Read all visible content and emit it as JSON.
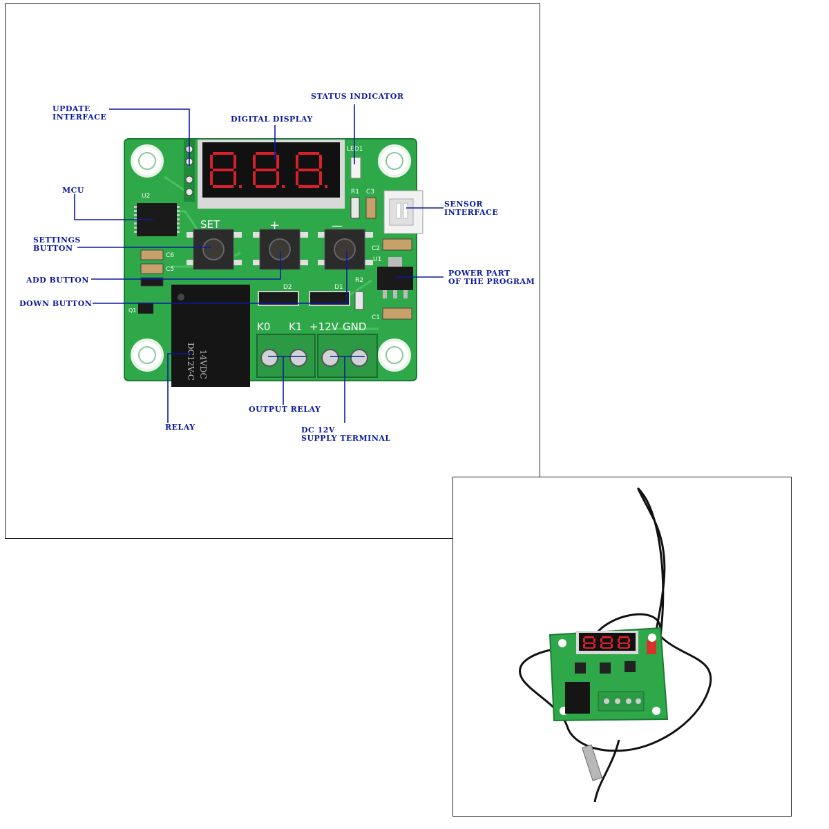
{
  "diagram": {
    "callouts": {
      "update_interface_1": "UPDATE",
      "update_interface_2": "INTERFACE",
      "digital_display": "DIGITAL DISPLAY",
      "status_indicator": "STATUS INDICATOR",
      "mcu": "MCU",
      "sensor_interface_1": "SENSOR",
      "sensor_interface_2": "INTERFACE",
      "settings_button_1": "SETTINGS",
      "settings_button_2": "BUTTON",
      "add_button": "ADD BUTTON",
      "power_part_1": "POWER PART",
      "power_part_2": "OF THE PROGRAM",
      "down_button": "DOWN BUTTON",
      "output_relay": "OUTPUT RELAY",
      "relay": "RELAY",
      "supply_1": "DC 12V",
      "supply_2": "SUPPLY TERMINAL"
    },
    "board_labels": {
      "set": "SET",
      "plus": "+",
      "minus": "—",
      "k0": "K0",
      "k1": "K1",
      "v12": "+12V",
      "gnd": "GND",
      "relay_text_1": "14VDC",
      "relay_text_2": "DC12V-C",
      "u2": "U2",
      "u1": "U1",
      "led1": "LED1",
      "r1": "R1",
      "r2": "R2",
      "c1": "C1",
      "c2": "C2",
      "c3": "C3",
      "c5": "C5",
      "c6": "C6",
      "d1": "D1",
      "d2": "D2",
      "q1": "Q1"
    }
  },
  "colors": {
    "pcb_green": "#2fa84a",
    "callout_blue": "#0a1a9e",
    "display_red": "#d7202b"
  }
}
